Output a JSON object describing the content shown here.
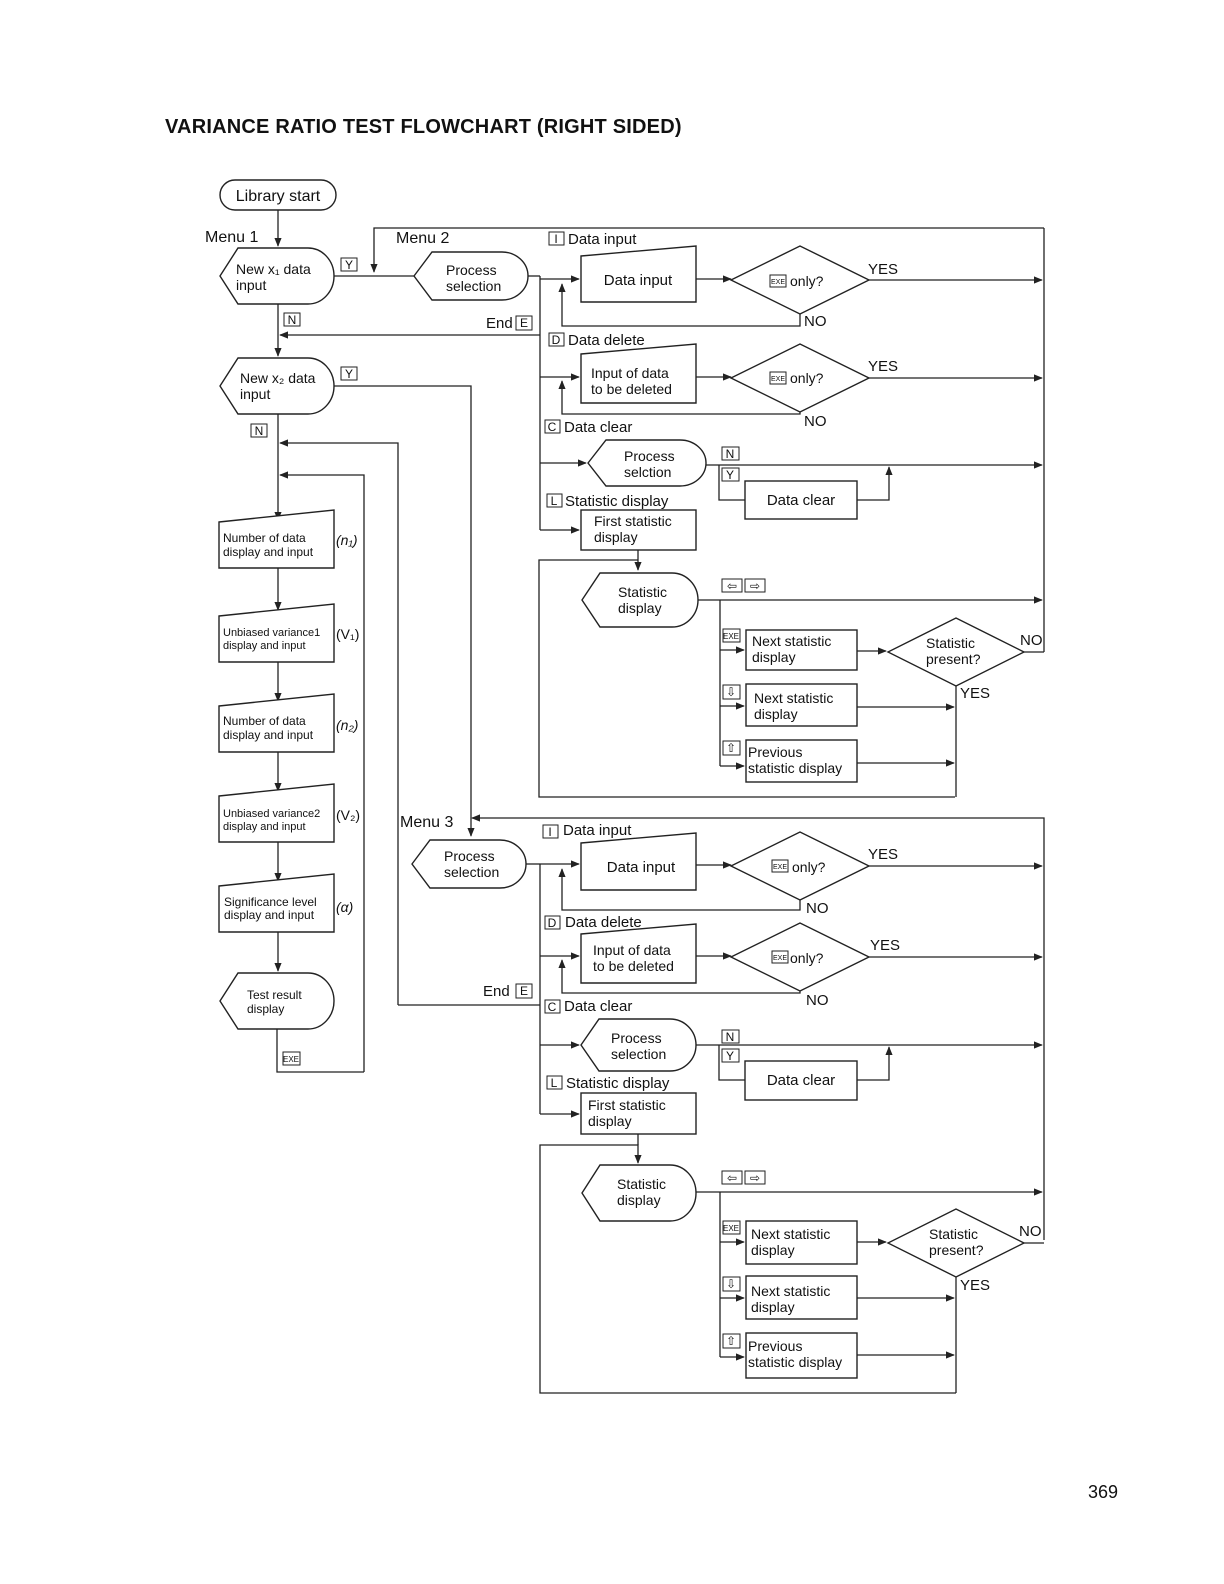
{
  "title": "VARIANCE RATIO TEST FLOWCHART (RIGHT SIDED)",
  "page_number": "369",
  "menus": {
    "m1": "Menu 1",
    "m2": "Menu 2",
    "m3": "Menu 3"
  },
  "nodes": {
    "start": "Library start",
    "new_x1_a": "New x₁ data",
    "new_x1_b": "input",
    "new_x2_a": "New x₂ data",
    "new_x2_b": "input",
    "n1_a": "Number of data",
    "n1_b": "display and input",
    "n1_sym": "(n₁)",
    "v1_a": "Unbiased variance1",
    "v1_b": "display and input",
    "v1_sym": "(V₁)",
    "n2_a": "Number of data",
    "n2_b": "display and input",
    "n2_sym": "(n₂)",
    "v2_a": "Unbiased variance2",
    "v2_b": "display and input",
    "v2_sym": "(V₂)",
    "sig_a": "Significance level",
    "sig_b": "display and input",
    "sig_sym": "(α)",
    "result_a": "Test result",
    "result_b": "display"
  },
  "sections": {
    "top": {
      "process_a": "Process",
      "process_b": "selection",
      "data_input_label": "Data input",
      "data_input_box": "Data input",
      "exe_only": "only?",
      "data_delete_label": "Data delete",
      "input_del_a": "Input of data",
      "input_del_b": "to be deleted",
      "exe_only2": "only?",
      "data_clear_label": "Data clear",
      "proc2_a": "Process",
      "proc2_b": "selction",
      "data_clear_box": "Data clear",
      "stat_label": "Statistic display",
      "first_stat_a": "First statistic",
      "first_stat_b": "display",
      "stat_disp_a": "Statistic",
      "stat_disp_b": "display",
      "next1_a": "Next statistic",
      "next1_b": "display",
      "present_a": "Statistic",
      "present_b": "present?",
      "next2_a": "Next statistic",
      "next2_b": "display",
      "prev_a": "Previous",
      "prev_b": "statistic display",
      "end": "End"
    },
    "bottom": {
      "process_a": "Process",
      "process_b": "selection",
      "data_input_label": "Data input",
      "data_input_box": "Data input",
      "exe_only": "only?",
      "data_delete_label": "Data delete",
      "input_del_a": "Input of data",
      "input_del_b": "to be deleted",
      "exe_only2": "only?",
      "data_clear_label": "Data clear",
      "proc2_a": "Process",
      "proc2_b": "selection",
      "data_clear_box": "Data clear",
      "stat_label": "Statistic display",
      "first_stat_a": "First statistic",
      "first_stat_b": "display",
      "stat_disp_a": "Statistic",
      "stat_disp_b": "display",
      "next1_a": "Next statistic",
      "next1_b": "display",
      "present_a": "Statistic",
      "present_b": "present?",
      "next2_a": "Next statistic",
      "next2_b": "display",
      "prev_a": "Previous",
      "prev_b": "statistic display",
      "end": "End"
    }
  },
  "branches": {
    "yes": "YES",
    "no": "NO"
  },
  "keys": {
    "i": "I",
    "d": "D",
    "c": "C",
    "l": "L",
    "y": "Y",
    "n": "N",
    "e": "E",
    "exe": "EXE",
    "left": "⇦",
    "right": "⇨",
    "down": "⇩",
    "up": "⇧"
  }
}
